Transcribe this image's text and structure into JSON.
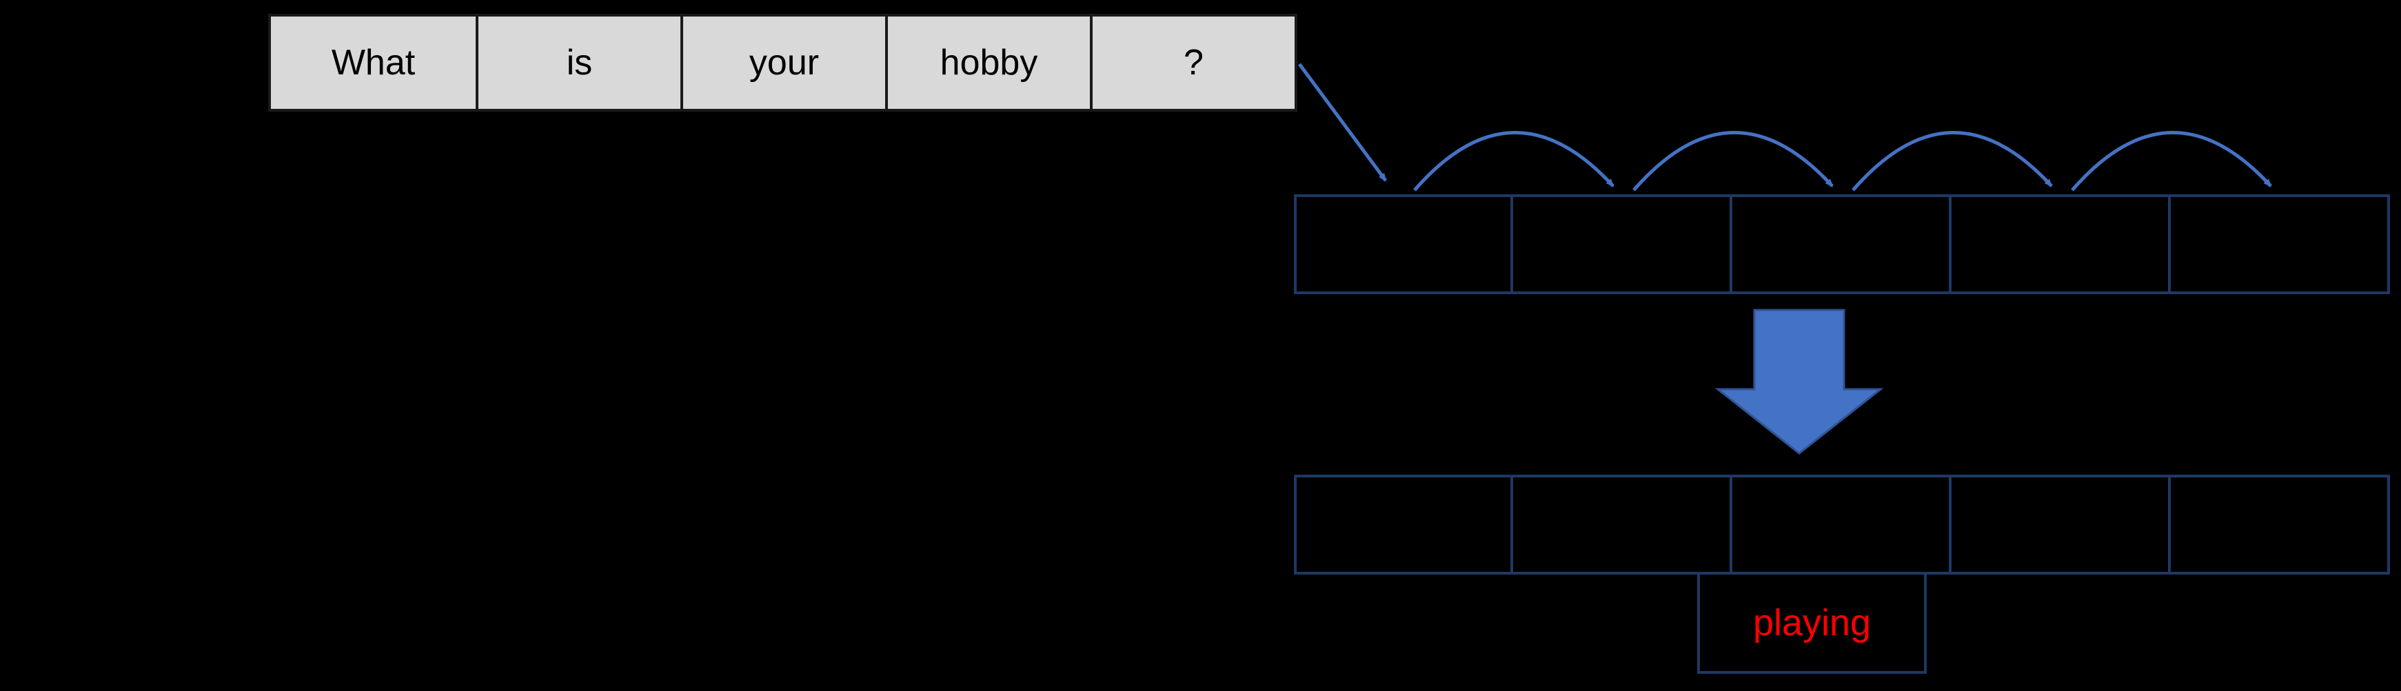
{
  "diagram": {
    "input_sentence": {
      "words": [
        "What",
        "is",
        "your",
        "hobby",
        "?"
      ]
    },
    "sequence_rows": {
      "top_cell_count": 5,
      "bottom_cell_count": 5
    },
    "output_word": {
      "label": "playing"
    },
    "icons": [
      "input-to-sequence-arrow-icon",
      "hop-arc-arrow-icon-1",
      "hop-arc-arrow-icon-2",
      "hop-arc-arrow-icon-3",
      "hop-arc-arrow-icon-4",
      "down-block-arrow-icon"
    ],
    "colors": {
      "background": "#000000",
      "word_cell_fill": "#D9D9D9",
      "word_text": "#000000",
      "cell_border": "#1F3864",
      "arrow_blue": "#4472C4",
      "output_text": "#FF0000"
    }
  }
}
